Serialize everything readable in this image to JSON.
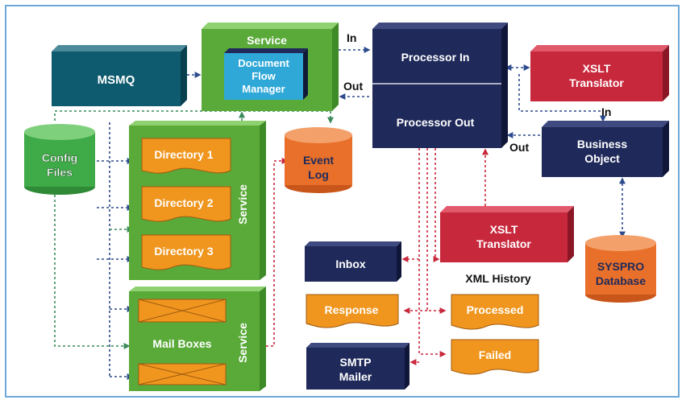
{
  "colors": {
    "navy": "#1f2a5a",
    "teal": "#0e5a6e",
    "green": "#5aaa3a",
    "orange": "#f0961e",
    "red": "#c8283c",
    "cylinder_green": "#3faa48",
    "cylinder_orange": "#e8702a",
    "connector": "#2c4a8c",
    "frame": "#6fa8d8"
  },
  "nodes": {
    "msmq": "MSMQ",
    "service_top": "Service",
    "document_flow_manager": [
      "Document",
      "Flow",
      "Manager"
    ],
    "processor_in": "Processor In",
    "processor_out": "Processor Out",
    "xslt_translator_top": [
      "XSLT",
      "Translator"
    ],
    "business_object": [
      "Business",
      "Object"
    ],
    "config_files": [
      "Config",
      "Files"
    ],
    "event_log": [
      "Event",
      "Log"
    ],
    "directory_1": "Directory 1",
    "directory_2": "Directory 2",
    "directory_3": "Directory 3",
    "service_directories": "Service",
    "mail_boxes": "Mail Boxes",
    "service_mailboxes": "Service",
    "xslt_translator_mid": [
      "XSLT",
      "Translator"
    ],
    "inbox": "Inbox",
    "xml_history": "XML History",
    "response": "Response",
    "processed": "Processed",
    "failed": "Failed",
    "smtp_mailer": [
      "SMTP",
      "Mailer"
    ],
    "syspro_database": [
      "SYSPRO",
      "Database"
    ]
  },
  "edge_labels": {
    "in_processor": "In",
    "out_processor": "Out",
    "in_business": "In",
    "out_business": "Out"
  }
}
